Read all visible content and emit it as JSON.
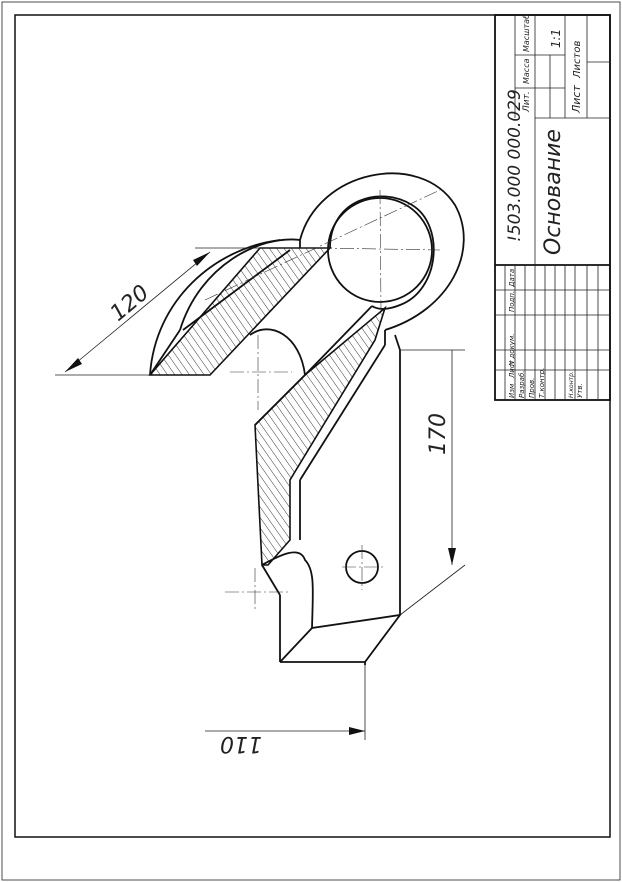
{
  "title_block": {
    "designation": "!503.000 000.029",
    "part_name": "Основание",
    "lit_label": "Лит.",
    "mass_label": "Масса",
    "scale_label": "Масштаб",
    "scale_value": "1:1",
    "sheet_label": "Лист",
    "sheets_label": "Листов",
    "change_label": "Изм",
    "sheet_col_label": "Лист",
    "doc_no_label": "N докум.",
    "sign_label": "Подп.",
    "date_label": "Дата",
    "developer_label": "Разраб.",
    "checker_label": "Пров.",
    "tech_control_label": "Т.контр.",
    "norm_control_label": "Н.контр.",
    "approved_label": "Утв."
  },
  "dimensions": {
    "width": "120",
    "height": "170",
    "thickness": "110"
  },
  "colors": {
    "ink": "#111111",
    "paper": "#ffffff"
  }
}
